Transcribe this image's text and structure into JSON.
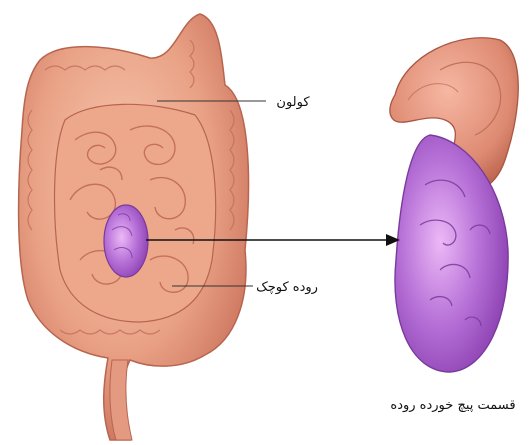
{
  "labels": {
    "colon": "کولون",
    "small_intestine": "روده کوچک",
    "twisted_part": "قسمت پیچ خورده روده"
  },
  "colors": {
    "tissue": "#e9a185",
    "tissue_dark": "#c9705a",
    "tissue_light": "#f6c2a8",
    "twist_purple": "#b56fd6",
    "twist_light": "#e0a8f0",
    "arrow": "#111111"
  }
}
